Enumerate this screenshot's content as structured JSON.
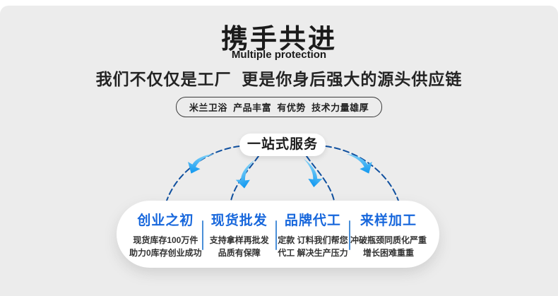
{
  "header": {
    "title": "携手共进",
    "subtitle_en": "Multiple protection",
    "tagline": "我们不仅仅是工厂  更是你身后强大的源头供应链",
    "badge": "米兰卫浴  产品丰富  有优势  技术力量雄厚"
  },
  "service_pill": {
    "label": "一站式服务"
  },
  "columns": [
    {
      "title": "创业之初",
      "line1": "现货库存100万件",
      "line2": "助力0库存创业成功"
    },
    {
      "title": "现货批发",
      "line1": "支持拿样再批发",
      "line2": "品质有保障"
    },
    {
      "title": "品牌代工",
      "line1": "定款 订料我们帮您",
      "line2": "代工 解决生产压力"
    },
    {
      "title": "来样加工",
      "line1": "冲破瓶颈同质化严重",
      "line2": "增长困难重重"
    }
  ],
  "icons": {
    "arrows": "curved-arrow-icon"
  },
  "colors": {
    "background_gray": "#ececec",
    "accent_blue": "#1767dc",
    "dash_line_blue": "#10509f",
    "arrow_blue_light": "#7dd0f8",
    "arrow_blue_deep": "#0f97f0",
    "divider_blue": "#4a8fd8",
    "text_dark": "#1b1b1b"
  }
}
